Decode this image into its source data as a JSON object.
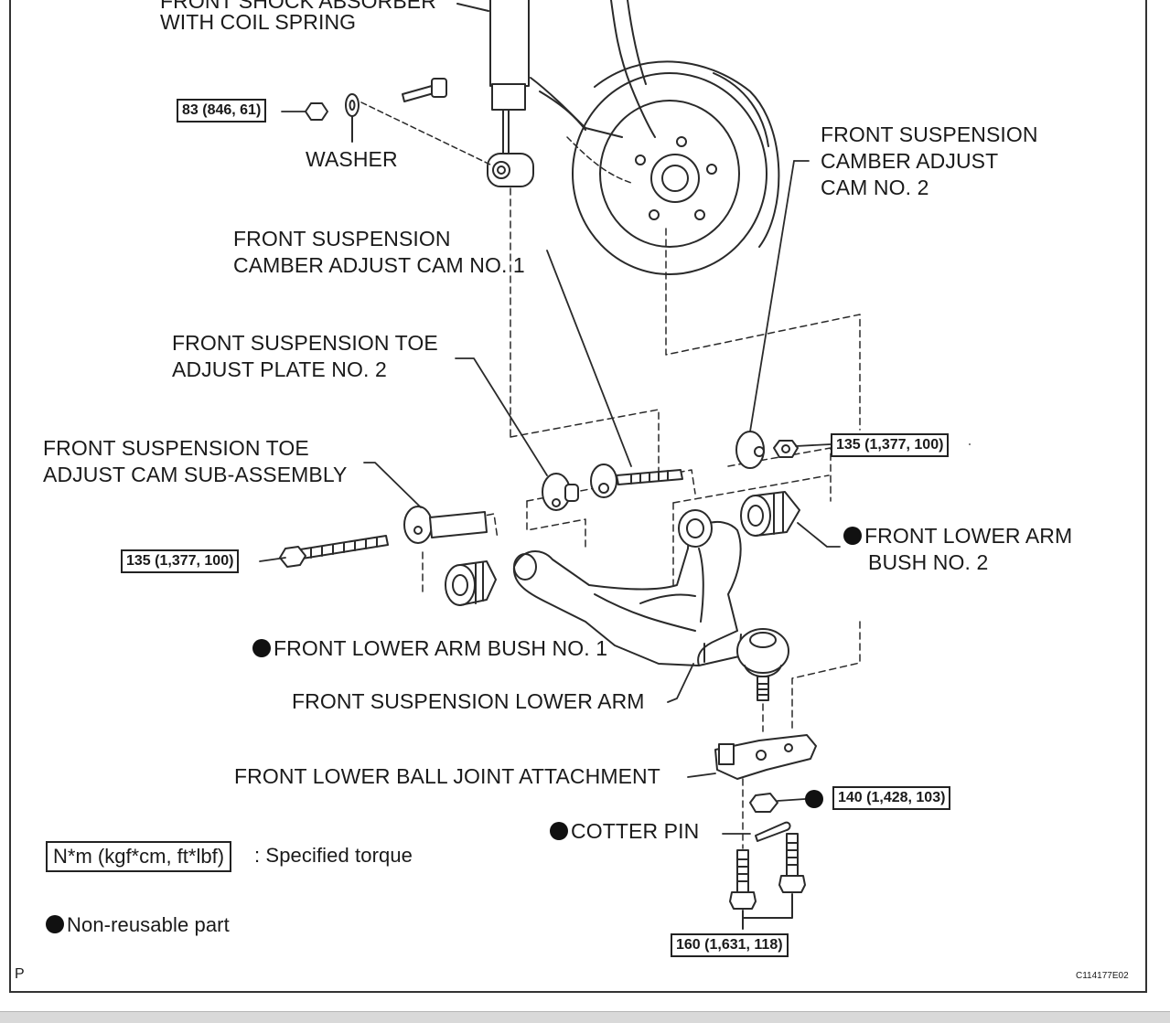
{
  "labels": {
    "shock_line1": "FRONT SHOCK ABSORBER",
    "shock_line2": "WITH COIL SPRING",
    "washer": "WASHER",
    "camber2_line1": "FRONT SUSPENSION",
    "camber2_line2": "CAMBER ADJUST",
    "camber2_line3": "CAM NO. 2",
    "camber1_line1": "FRONT SUSPENSION",
    "camber1_line2": "CAMBER ADJUST CAM NO. 1",
    "toeplate_line1": "FRONT SUSPENSION TOE",
    "toeplate_line2": "ADJUST PLATE NO. 2",
    "toecam_line1": "FRONT SUSPENSION TOE",
    "toecam_line2": "ADJUST CAM SUB-ASSEMBLY",
    "bush2_line1": "FRONT LOWER ARM",
    "bush2_line2": "BUSH NO. 2",
    "bush1": "FRONT LOWER ARM BUSH NO. 1",
    "lower_arm": "FRONT SUSPENSION LOWER ARM",
    "ball_joint": "FRONT LOWER BALL JOINT ATTACHMENT",
    "cotter_pin": "COTTER PIN"
  },
  "torques": {
    "t83": "83 (846, 61)",
    "t135_right": "135 (1,377, 100)",
    "t135_left": "135 (1,377, 100)",
    "t140": "140 (1,428, 103)",
    "t160": "160 (1,631, 118)"
  },
  "legend": {
    "unit_box": "N*m (kgf*cm, ft*lbf)",
    "unit_text": ": Specified torque",
    "nonreusable": "Non-reusable part"
  },
  "footer": {
    "corner_letter": "P",
    "figure_code": "C114177E02"
  }
}
